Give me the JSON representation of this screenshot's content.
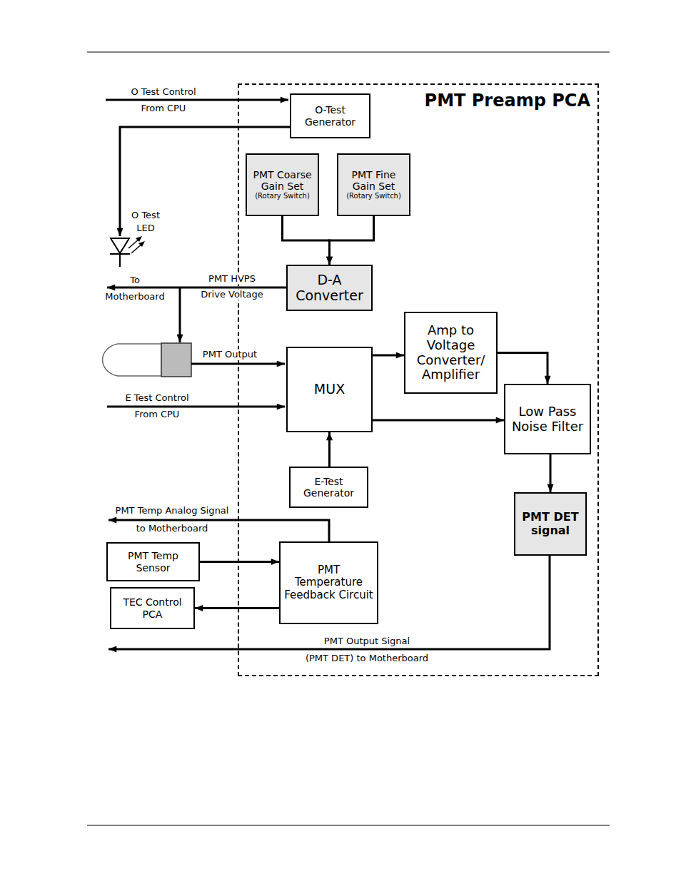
{
  "diagram": {
    "nodes": [
      {
        "text": [
          "PMT Preamp PCA"
        ]
      },
      {
        "text": [
          "O-Test Generator"
        ],
        "in": 0
      },
      {
        "text": [
          "PMT Coarse Gain Set",
          "(Rotary Switch)"
        ],
        "in": 0
      },
      {
        "text": [
          "PMT Fine Gain Set",
          "(Rotary Switch)"
        ],
        "in": 0
      },
      {
        "text": [
          "D-A Converter"
        ],
        "in": 0
      },
      {
        "text": [
          "MUX"
        ],
        "in": 0
      },
      {
        "text": [
          "Amp to Voltage Converter/ Amplifier"
        ],
        "in": 0
      },
      {
        "text": [
          "Low Pass Noise Filter"
        ],
        "in": 0
      },
      {
        "text": [
          "E-Test Generator"
        ],
        "in": 0
      },
      {
        "text": [
          "PMT DET signal"
        ],
        "in": 0
      },
      {
        "text": [
          "PMT Temp Sensor"
        ]
      },
      {
        "text": [
          "PMT Temperature Feedback Circuit"
        ],
        "in": 0
      },
      {
        "text": [
          "TEC Control PCA"
        ]
      }
    ],
    "edges": [
      {
        "from": 2,
        "to": 4,
        "arrow": "to"
      },
      {
        "from": 3,
        "to": 4,
        "arrow": "to"
      },
      {
        "from": 5,
        "to": 6,
        "arrow": "to"
      },
      {
        "from": 6,
        "to": 7,
        "arrow": "to"
      },
      {
        "from": 5,
        "to": 7,
        "arrow": "to"
      },
      {
        "from": 8,
        "to": 5,
        "arrow": "to"
      },
      {
        "from": 7,
        "to": 9,
        "arrow": "to"
      },
      {
        "from": 10,
        "to": 11,
        "arrow": "to"
      },
      {
        "from": 11,
        "to": 12,
        "arrow": "to"
      }
    ],
    "labels": [
      "O Test Control",
      "From CPU",
      "O Test",
      "LED",
      "To",
      "Motherboard",
      "PMT HVPS",
      "Drive Voltage",
      "PMT Output",
      "E Test Control",
      "From CPU",
      "PMT Temp Analog Signal",
      "to Motherboard",
      "PMT Output Signal",
      "(PMT DET) to Motherboard"
    ]
  }
}
